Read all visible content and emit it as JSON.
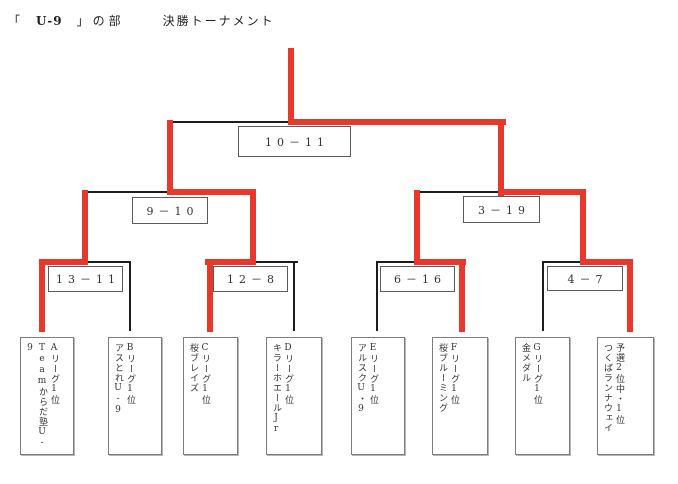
{
  "header": {
    "open_bracket": "「",
    "division": "U-9",
    "suffix": "」の部",
    "title": "決勝トーナメント"
  },
  "colors": {
    "winner_path_red": "#e6382b",
    "bracket_line_black": "#1c1c1c",
    "box_border_gray": "#7d7d7d"
  },
  "bracket": {
    "final": {
      "score": "10－11"
    },
    "semifinals": [
      {
        "score": "9－10"
      },
      {
        "score": "3－19"
      }
    ],
    "quarterfinals": [
      {
        "score": "13－11"
      },
      {
        "score": "12－8"
      },
      {
        "score": "6－16"
      },
      {
        "score": "4－7"
      }
    ]
  },
  "teams": [
    {
      "league": "Aリーグ1位",
      "name": "Teamからだ塾U-9"
    },
    {
      "league": "Bリーグ1位",
      "name": "アスとれU-9"
    },
    {
      "league": "Cリーグ1位",
      "name": "桜ブレイズ"
    },
    {
      "league": "Dリーグ1位",
      "name": "キラーホエールJr"
    },
    {
      "league": "Eリーグ1位",
      "name": "アルスクU・9"
    },
    {
      "league": "Fリーグ1位",
      "name": "桜ブルーミング"
    },
    {
      "league": "Gリーグ1位",
      "name": "金メダル"
    },
    {
      "league": "予選2位中・1位",
      "name": "つくばランナウェイ"
    }
  ]
}
